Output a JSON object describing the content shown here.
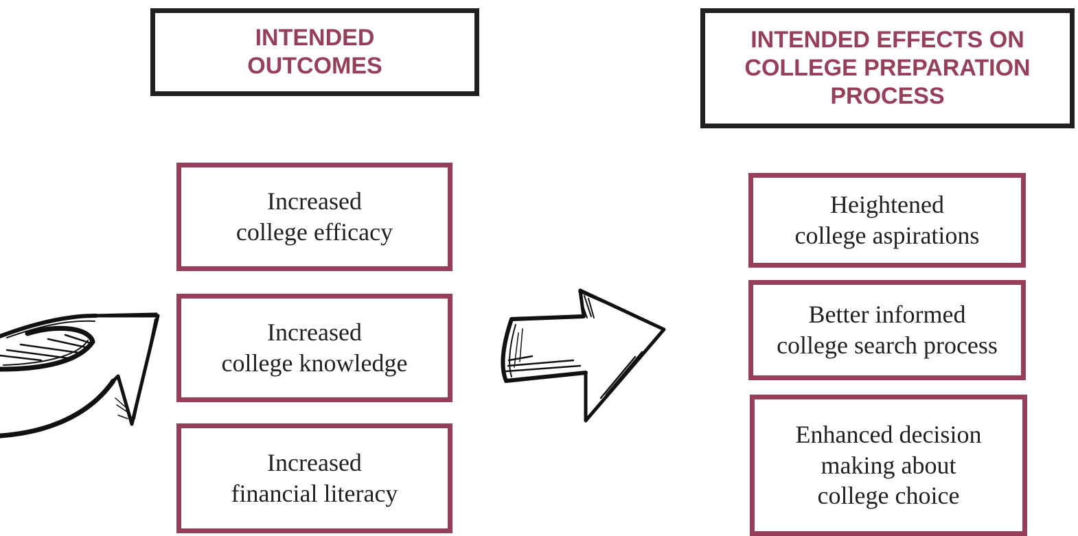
{
  "headers": {
    "outcomes": "INTENDED\nOUTCOMES",
    "effects": "INTENDED EFFECTS ON\nCOLLEGE PREPARATION\nPROCESS"
  },
  "outcomes": [
    "Increased\ncollege efficacy",
    "Increased\ncollege knowledge",
    "Increased\nfinancial literacy"
  ],
  "effects": [
    "Heightened\ncollege aspirations",
    "Better informed\ncollege search process",
    "Enhanced decision\nmaking about\ncollege choice"
  ],
  "colors": {
    "accent": "#973f58",
    "ink": "#231f20",
    "background": "#ffffff"
  },
  "icons": {
    "curved_arrow": "curved-arrow-icon",
    "straight_arrow": "right-arrow-icon"
  }
}
